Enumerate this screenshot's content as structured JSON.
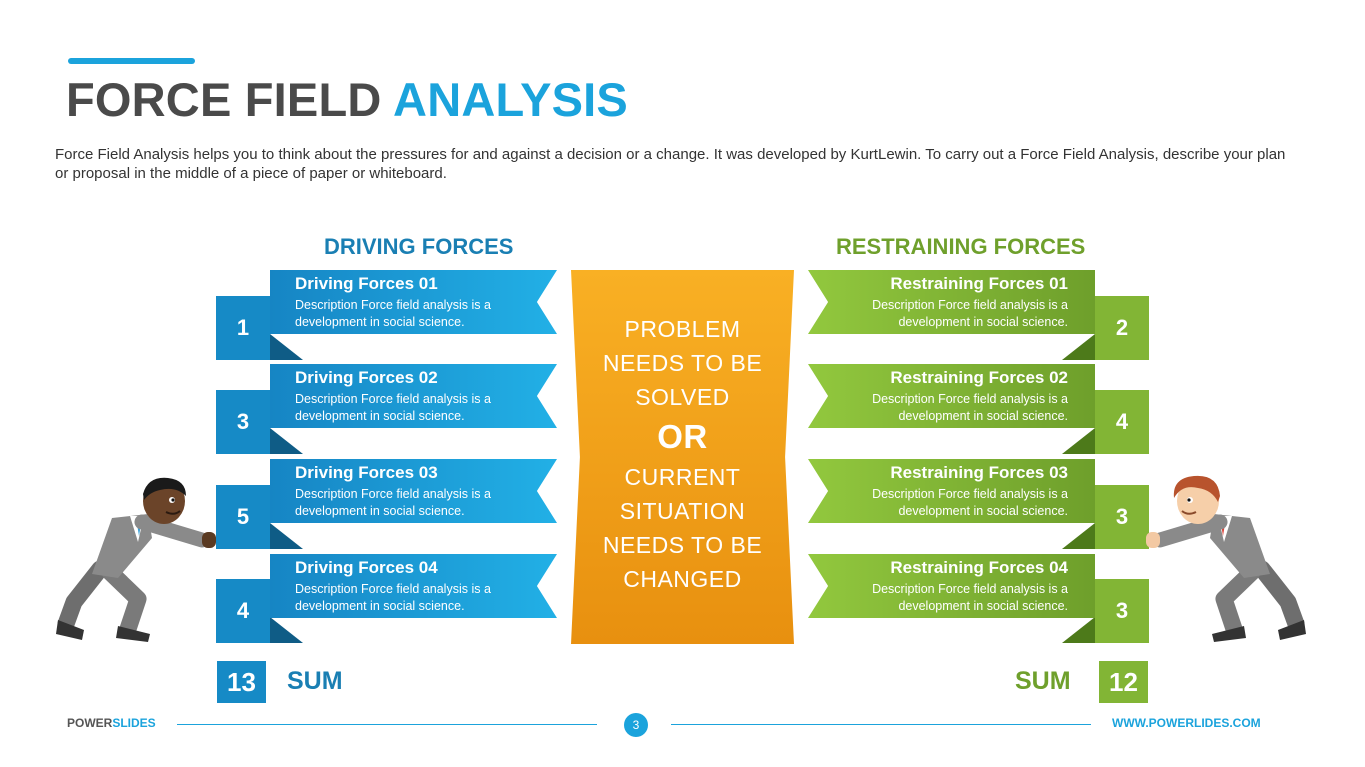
{
  "header": {
    "title_part1": "FORCE FIELD",
    "title_part2": "ANALYSIS",
    "intro": "Force Field Analysis helps you to think about the pressures for and against a decision or a change. It was developed by KurtLewin. To carry out a Force Field Analysis, describe your plan or proposal in the middle of a piece of paper or whiteboard."
  },
  "driving": {
    "heading": "DRIVING FORCES",
    "items": [
      {
        "title": "Driving Forces 01",
        "desc1": "Description Force field analysis is a",
        "desc2": "development in social science.",
        "score": "1"
      },
      {
        "title": "Driving Forces 02",
        "desc1": "Description Force field analysis is a",
        "desc2": "development in social science.",
        "score": "3"
      },
      {
        "title": "Driving Forces 03",
        "desc1": "Description Force field analysis is a",
        "desc2": "development in social science.",
        "score": "5"
      },
      {
        "title": "Driving Forces 04",
        "desc1": "Description Force field analysis is a",
        "desc2": "development in social science.",
        "score": "4"
      }
    ],
    "sum": "13",
    "sum_label": "SUM"
  },
  "restraining": {
    "heading": "RESTRAINING FORCES",
    "items": [
      {
        "title": "Restraining Forces 01",
        "desc1": "Description Force field analysis is a",
        "desc2": "development in social science.",
        "score": "2"
      },
      {
        "title": "Restraining Forces 02",
        "desc1": "Description Force field analysis is a",
        "desc2": "development in social science.",
        "score": "4"
      },
      {
        "title": "Restraining Forces 03",
        "desc1": "Description Force field analysis is a",
        "desc2": "development in social science.",
        "score": "3"
      },
      {
        "title": "Restraining Forces 04",
        "desc1": "Description Force field analysis is a",
        "desc2": "development in social science.",
        "score": "3"
      }
    ],
    "sum": "12",
    "sum_label": "SUM"
  },
  "center": {
    "line1": "PROBLEM",
    "line2": "NEEDS TO BE",
    "line3": "SOLVED",
    "or": "OR",
    "line4": "CURRENT",
    "line5": "SITUATION",
    "line6": "NEEDS TO BE",
    "line7": "CHANGED"
  },
  "footer": {
    "brand_part1": "POWER",
    "brand_part2": "SLIDES",
    "page": "3",
    "url": "WWW.POWERLIDES.COM"
  },
  "colors": {
    "accent_blue": "#1ba3dc",
    "driving_blue": "#168ac6",
    "restraining_green": "#82b535",
    "center_orange": "#f5a11c"
  },
  "icons": [
    "person-pushing-left-icon",
    "person-pushing-right-icon"
  ]
}
